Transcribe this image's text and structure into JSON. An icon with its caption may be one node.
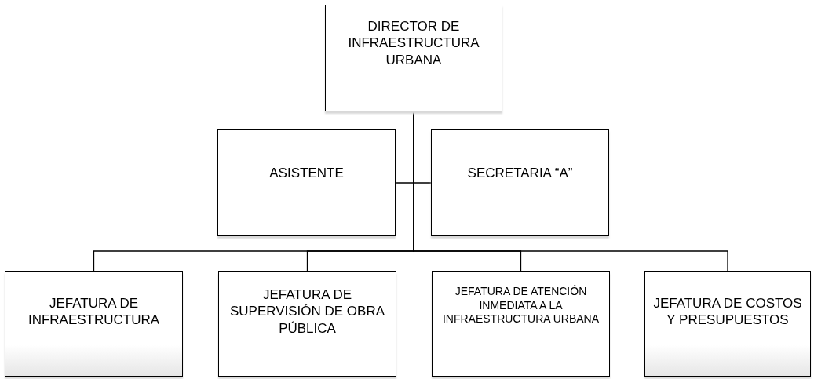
{
  "diagram": {
    "nodes": [
      {
        "text": [
          "DIRECTOR DE INFRAESTRUCTURA URBANA"
        ]
      },
      {
        "text": [
          "ASISTENTE"
        ]
      },
      {
        "text": [
          "SECRETARIA “A”"
        ]
      },
      {
        "text": [
          "JEFATURA DE INFRAESTRUCTURA"
        ]
      },
      {
        "text": [
          "JEFATURA DE SUPERVISIÓN DE OBRA PÚBLICA"
        ]
      },
      {
        "text": [
          "JEFATURA DE ATENCIÓN INMEDIATA A LA INFRAESTRUCTURA URBANA"
        ]
      },
      {
        "text": [
          "JEFATURA DE COSTOS Y PRESUPUESTOS"
        ]
      }
    ],
    "edges": [
      {
        "from": 0,
        "to": 1,
        "arrow": "none"
      },
      {
        "from": 0,
        "to": 2,
        "arrow": "none"
      },
      {
        "from": 0,
        "to": 3,
        "arrow": "none"
      },
      {
        "from": 0,
        "to": 4,
        "arrow": "none"
      },
      {
        "from": 0,
        "to": 5,
        "arrow": "none"
      },
      {
        "from": 0,
        "to": 6,
        "arrow": "none"
      }
    ]
  }
}
